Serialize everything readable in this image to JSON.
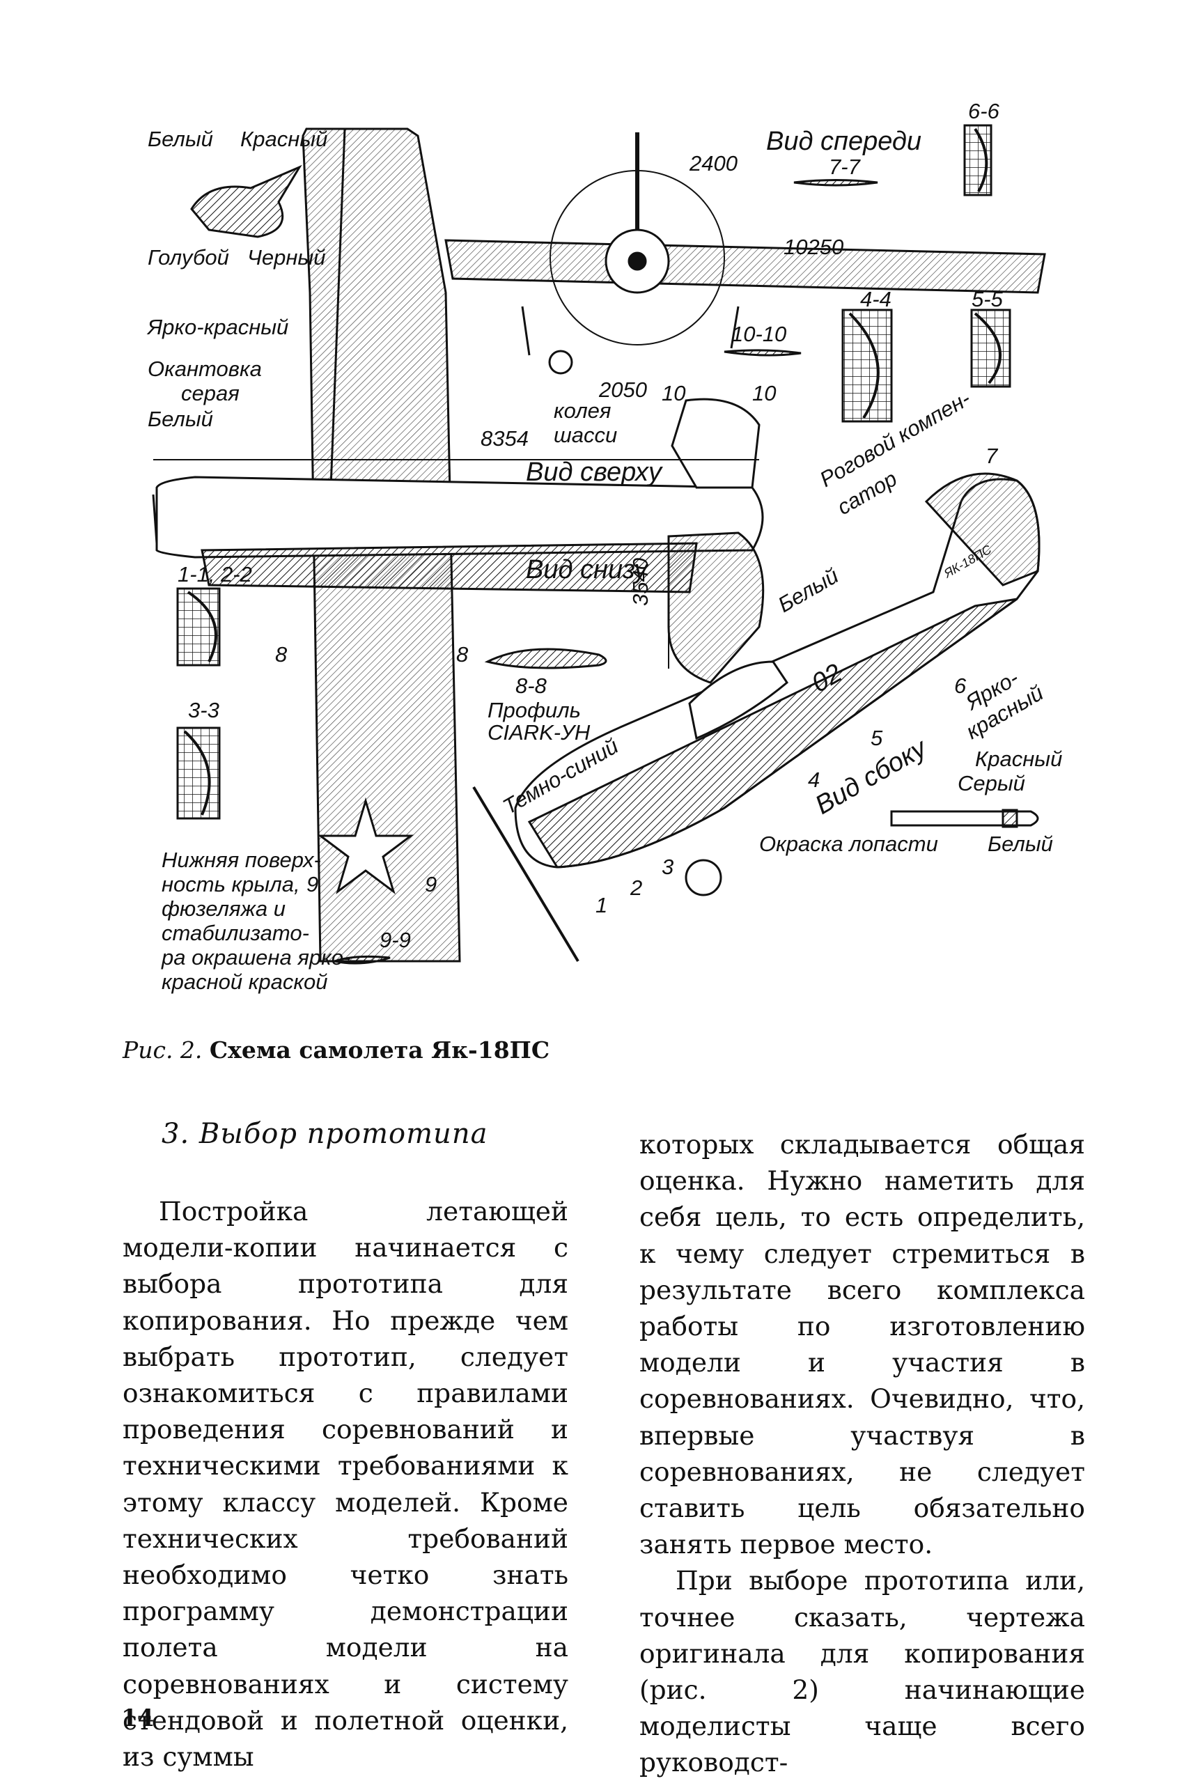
{
  "figure": {
    "labels": {
      "white1": "Белый",
      "red1": "Красный",
      "blue": "Голубой",
      "black": "Черный",
      "bright_red1": "Ярко-красный",
      "edging": "Окантовка",
      "edging2": "серая",
      "white2": "Белый",
      "front_view": "Вид спереди",
      "d2400": "2400",
      "d10250": "10250",
      "s77": "7-7",
      "s66": "6-6",
      "s44": "4-4",
      "s55": "5-5",
      "s1010": "10-10",
      "d2050": "2050",
      "track1": "колея",
      "track2": "шасси",
      "n10a": "10",
      "n10b": "10",
      "d8354": "8354",
      "top_view": "Вид сверху",
      "bottom_view": "Вид снизу",
      "d3540": "3540",
      "s1122": "1-1, 2-2",
      "s33": "3-3",
      "n8a": "8",
      "n8b": "8",
      "s88": "8-8",
      "profile1": "Профиль",
      "profile2": "CIARK-УН",
      "horn1": "Роговой компен-",
      "horn2": "сатор",
      "white3": "Белый",
      "dark_blue": "Темно-синий",
      "side_view": "Вид сбоку",
      "bright_red2a": "Ярко-",
      "bright_red2b": "красный",
      "red2": "Красный",
      "grey": "Серый",
      "white4": "Белый",
      "blade": "Окраска лопасти",
      "under1": "Нижняя поверх-",
      "under2": "ность крыла,",
      "under3": "фюзеляжа и",
      "under4": "стабилизато-",
      "under5": "ра окрашена ярко-",
      "under6": "красной краской",
      "n9a": "9",
      "n9b": "9",
      "s99": "9-9",
      "tail_code": "02",
      "fin_text": "ЯК-18ПС",
      "sec1": "1",
      "sec2": "2",
      "sec3": "3",
      "sec4": "4",
      "sec5": "5",
      "sec6": "6",
      "sec7": "7"
    }
  },
  "caption": {
    "prefix": "Рис. 2.",
    "text": "Схема самолета Як-18ПС"
  },
  "heading": "3. Выбор прототипа",
  "left_column": [
    "Постройка летающей модели-копии начинается с выбора прототипа для копирования. Но прежде чем выбрать прототип, следует ознакомиться с правилами проведения соревнований и техническими требованиями к этому классу моделей. Кроме технических требований необходимо четко знать программу демонстрации полета модели на соревнованиях и систему стендовой и полетной оценки, из суммы"
  ],
  "right_column": [
    "которых складывается общая оценка. Нужно наметить для себя цель, то есть определить, к чему следует стремиться в результате всего комплекса работы по изготовлению модели и участия в соревнованиях. Очевидно, что, впервые участвуя в соревнованиях, не следует ставить цель обязательно занять первое место.",
    "При выборе прототипа или, точнее сказать, чертежа оригинала для копирования (рис. 2) начинающие моделисты чаще всего руководст-"
  ],
  "page_number": "14"
}
